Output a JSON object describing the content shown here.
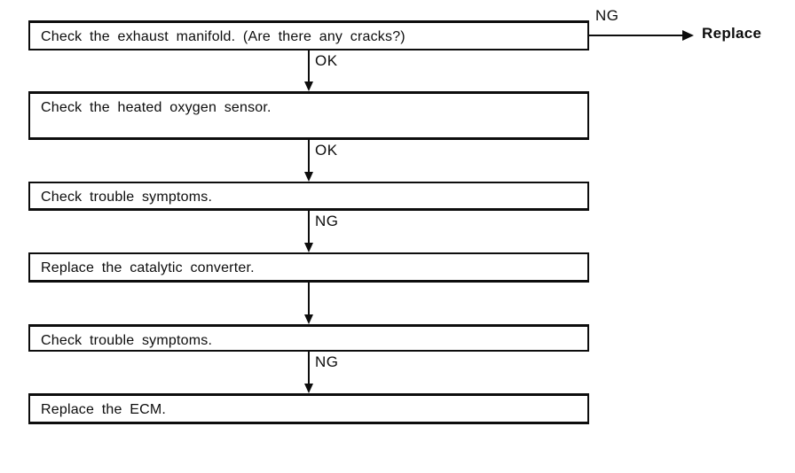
{
  "flowchart": {
    "boxes": [
      {
        "label": "Check the exhaust manifold. (Are there any cracks?)"
      },
      {
        "label": "Check the heated oxygen sensor."
      },
      {
        "label": "Check trouble symptoms."
      },
      {
        "label": "Replace the catalytic converter."
      },
      {
        "label": "Check trouble symptoms."
      },
      {
        "label": "Replace the ECM."
      }
    ],
    "connectors": [
      {
        "label": "OK"
      },
      {
        "label": "OK"
      },
      {
        "label": "NG"
      },
      {
        "label": ""
      },
      {
        "label": "NG"
      }
    ],
    "ng_branch": {
      "label": "NG",
      "action": "Replace"
    },
    "colors": {
      "ink": "#0d0d0d",
      "background": "#ffffff"
    }
  }
}
